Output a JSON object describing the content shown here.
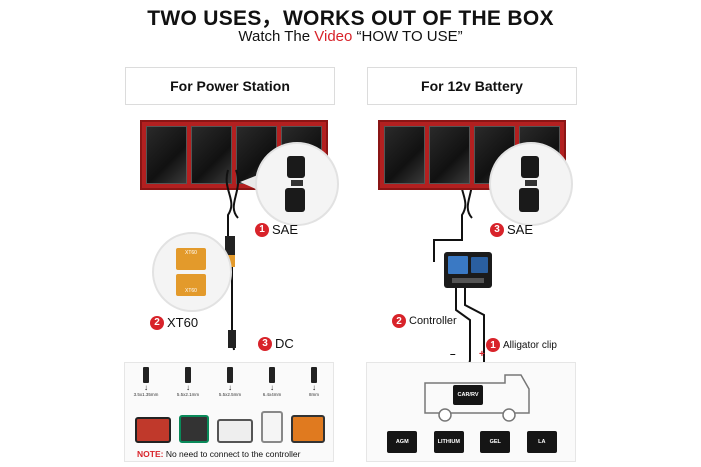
{
  "header": {
    "title": "TWO USES，WORKS OUT OF THE BOX",
    "subtitle_prefix": "Watch The ",
    "subtitle_highlight": "Video",
    "subtitle_suffix": " “HOW TO USE”"
  },
  "left": {
    "heading": "For Power Station",
    "labels": {
      "sae": {
        "num": "1",
        "text": "SAE"
      },
      "xt60": {
        "num": "2",
        "text": "XT60"
      },
      "dc": {
        "num": "3",
        "text": "DC"
      }
    },
    "connector_tags": {
      "top": "XT60",
      "bottom": "XT60"
    },
    "tips": [
      "3.5x1.35mm",
      "5.5x2.1mm",
      "5.5x2.5mm",
      "6.4x4mm",
      "8mm"
    ],
    "note_prefix": "NOTE:",
    "note_text": " No need to connect to the controller"
  },
  "right": {
    "heading": "For 12v Battery",
    "labels": {
      "sae": {
        "num": "3",
        "text": "SAE"
      },
      "controller": {
        "num": "2",
        "text": "Controller"
      },
      "clip": {
        "num": "1",
        "text": "Alligator clip"
      }
    },
    "polarity": {
      "neg": "–",
      "pos": "+"
    },
    "car_battery": "CAR/RV",
    "batteries": [
      "AGM",
      "LITHIUM",
      "GEL",
      "LA"
    ]
  }
}
